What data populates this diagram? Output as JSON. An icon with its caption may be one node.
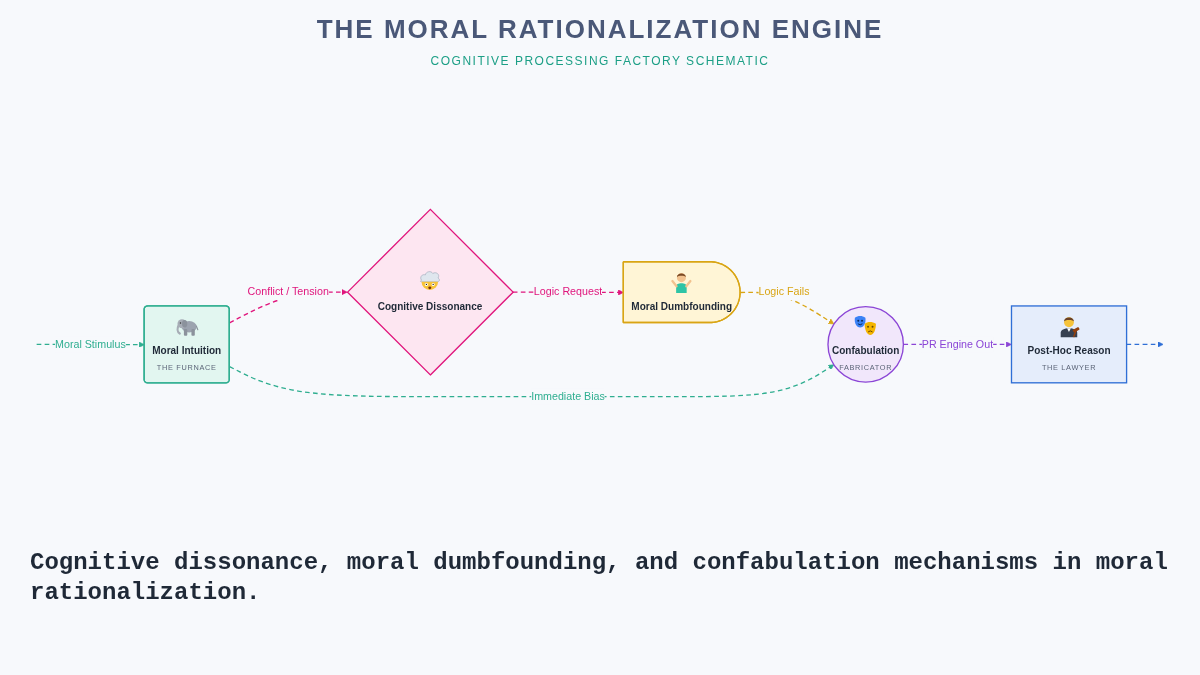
{
  "diagram": {
    "title": "THE MORAL RATIONALIZATION ENGINE",
    "caption": "Cognitive dissonance, moral dumbfounding, and confabulation mechanisms in moral rationalization.",
    "nodes": [
      {
        "text": [
          "Cognitive Dissonance"
        ]
      },
      {
        "text": [
          "Moral Dumbfounding"
        ]
      },
      {
        "text": [
          "Moral Intuition",
          "THE FURNACE"
        ]
      },
      {
        "text": [
          "Confabulation",
          "FABRICATOR"
        ]
      },
      {
        "text": [
          "Post-Hoc Reason",
          "THE LAWYER"
        ]
      }
    ],
    "edges": [
      {
        "from": null,
        "to": 2,
        "arrow": "to",
        "label": "Moral Stimulus",
        "style": "dashed",
        "color": "#2fae90"
      },
      {
        "from": 2,
        "to": 0,
        "arrow": "to",
        "label": "Conflict / Tension",
        "style": "dashed",
        "color": "#e0157c"
      },
      {
        "from": 0,
        "to": 1,
        "arrow": "to",
        "label": "Logic Request",
        "style": "dashed",
        "color": "#e0157c"
      },
      {
        "from": 1,
        "to": 3,
        "arrow": "to",
        "label": "Logic Fails",
        "style": "dashed",
        "color": "#d9a514"
      },
      {
        "from": 2,
        "to": 3,
        "arrow": "to",
        "label": "Immediate Bias",
        "style": "dashed",
        "color": "#2fae90"
      },
      {
        "from": 3,
        "to": 4,
        "arrow": "to",
        "label": "PR Engine Out",
        "style": "dashed",
        "color": "#8b45d6"
      },
      {
        "from": 4,
        "to": null,
        "arrow": "to",
        "style": "dashed",
        "color": "#2f6fd6"
      }
    ],
    "labels": [
      "COGNITIVE PROCESSING FACTORY SCHEMATIC"
    ]
  }
}
